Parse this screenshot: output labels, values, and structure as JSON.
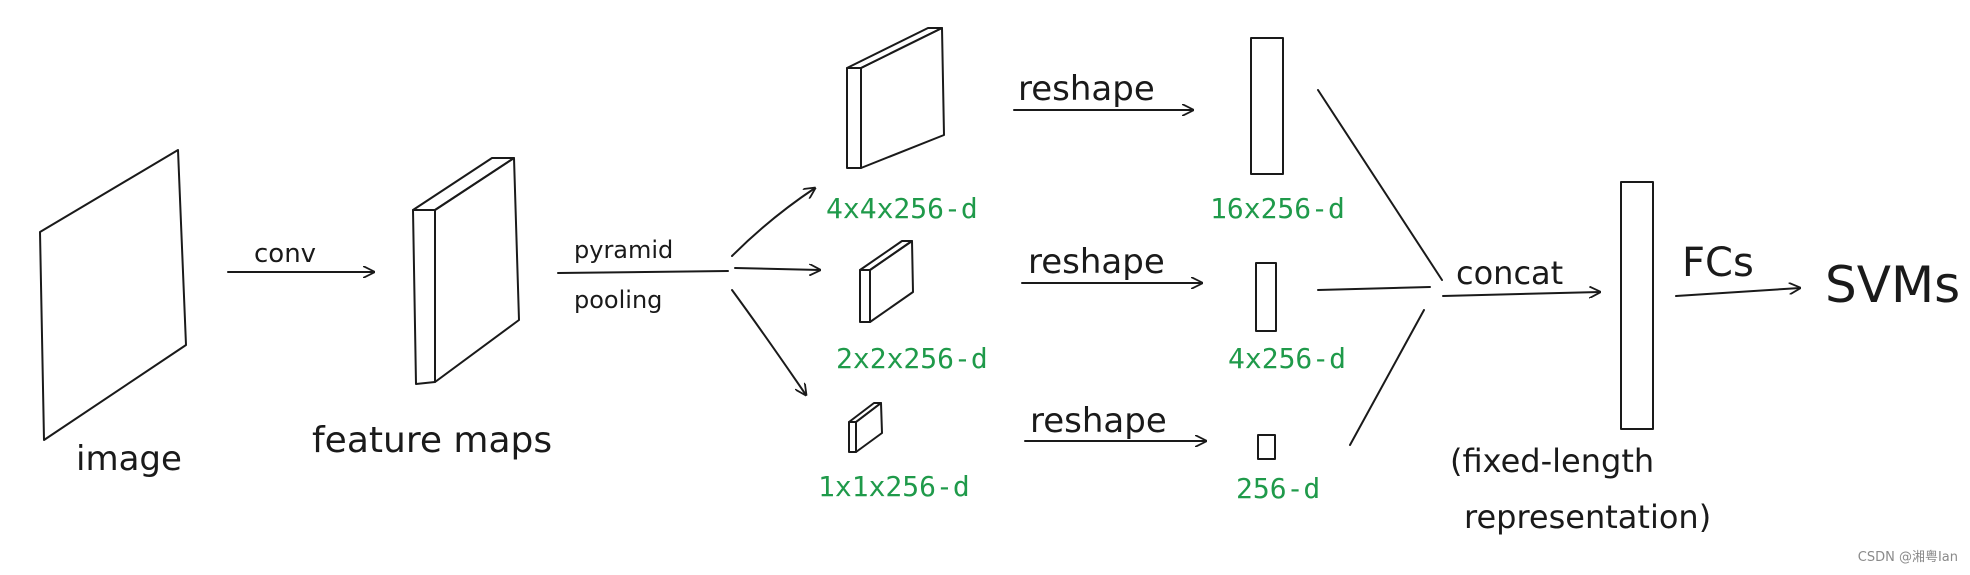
{
  "colors": {
    "ink": "#1a1a1a",
    "dims": "#1f9a4a",
    "watermark": "#8a8a8a"
  },
  "labels": {
    "image": "image",
    "conv": "conv",
    "feature_maps": "feature maps",
    "pyramid": "pyramid",
    "pooling": "pooling",
    "reshape_top": "reshape",
    "reshape_mid": "reshape",
    "reshape_bot": "reshape",
    "concat": "concat",
    "fixed_length_1": "(fixed-length",
    "fixed_length_2": "representation)",
    "fcs": "FCs",
    "svms": "SVMs"
  },
  "dims": {
    "pool_4x4": "4x4x256-d",
    "pool_2x2": "2x2x256-d",
    "pool_1x1": "1x1x256-d",
    "vec_16": "16x256-d",
    "vec_4": "4x256-d",
    "vec_1": "256-d"
  },
  "watermark": "CSDN @湘粤Ian"
}
